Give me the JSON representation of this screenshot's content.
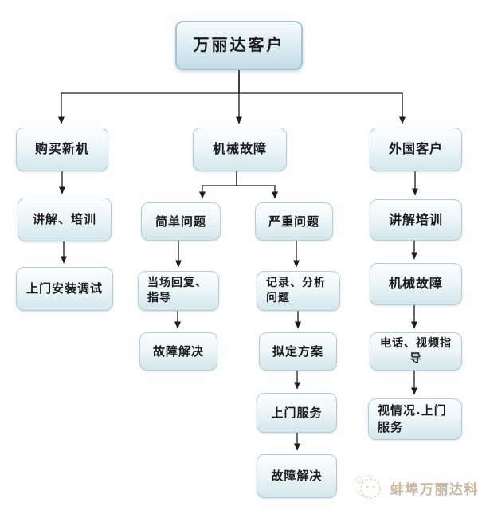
{
  "diagram": {
    "nodes": [
      {
        "id": "root",
        "label": "万丽达客户"
      },
      {
        "id": "buy_new",
        "label": "购买新机"
      },
      {
        "id": "mech_fault",
        "label": "机械故障"
      },
      {
        "id": "foreign",
        "label": "外国客户"
      },
      {
        "id": "train_l",
        "label": "讲解、培训"
      },
      {
        "id": "install",
        "label": "上门安装调试"
      },
      {
        "id": "simple",
        "label": "简单问题"
      },
      {
        "id": "severe",
        "label": "严重问题"
      },
      {
        "id": "reply",
        "label": "当场回复、指导"
      },
      {
        "id": "record",
        "label": "记录、分析问题"
      },
      {
        "id": "solved1",
        "label": "故障解决"
      },
      {
        "id": "plan",
        "label": "拟定方案"
      },
      {
        "id": "onsite_svc",
        "label": "上门服务"
      },
      {
        "id": "solved2",
        "label": "故障解决"
      },
      {
        "id": "train_r",
        "label": "讲解培训"
      },
      {
        "id": "mech_r",
        "label": "机械故障"
      },
      {
        "id": "phone_video",
        "label": "电话、视频指导"
      },
      {
        "id": "situational",
        "label": "视情况.上门服务"
      }
    ],
    "edges": [
      {
        "from": "root",
        "to": "buy_new"
      },
      {
        "from": "root",
        "to": "mech_fault"
      },
      {
        "from": "root",
        "to": "foreign"
      },
      {
        "from": "buy_new",
        "to": "train_l"
      },
      {
        "from": "train_l",
        "to": "install"
      },
      {
        "from": "mech_fault",
        "to": "simple"
      },
      {
        "from": "mech_fault",
        "to": "severe"
      },
      {
        "from": "simple",
        "to": "reply"
      },
      {
        "from": "severe",
        "to": "record"
      },
      {
        "from": "reply",
        "to": "solved1"
      },
      {
        "from": "record",
        "to": "plan"
      },
      {
        "from": "plan",
        "to": "onsite_svc"
      },
      {
        "from": "onsite_svc",
        "to": "solved2"
      },
      {
        "from": "foreign",
        "to": "train_r"
      },
      {
        "from": "train_r",
        "to": "mech_r"
      },
      {
        "from": "mech_r",
        "to": "phone_video"
      },
      {
        "from": "phone_video",
        "to": "situational"
      }
    ]
  },
  "watermark": {
    "logo_icon": "sketch-logo-icon",
    "text": "蚌埠万丽达科技"
  },
  "colors": {
    "node_border": "#b4cdda",
    "node_fill_top": "#fcfeff",
    "node_fill_bottom": "#d3e7ec",
    "root_border": "#a5c4d5",
    "root_fill_bottom": "#c4dde8",
    "arrow": "#1c1c1c",
    "watermark_text": "#c8b69d",
    "background": "#fefefe"
  }
}
